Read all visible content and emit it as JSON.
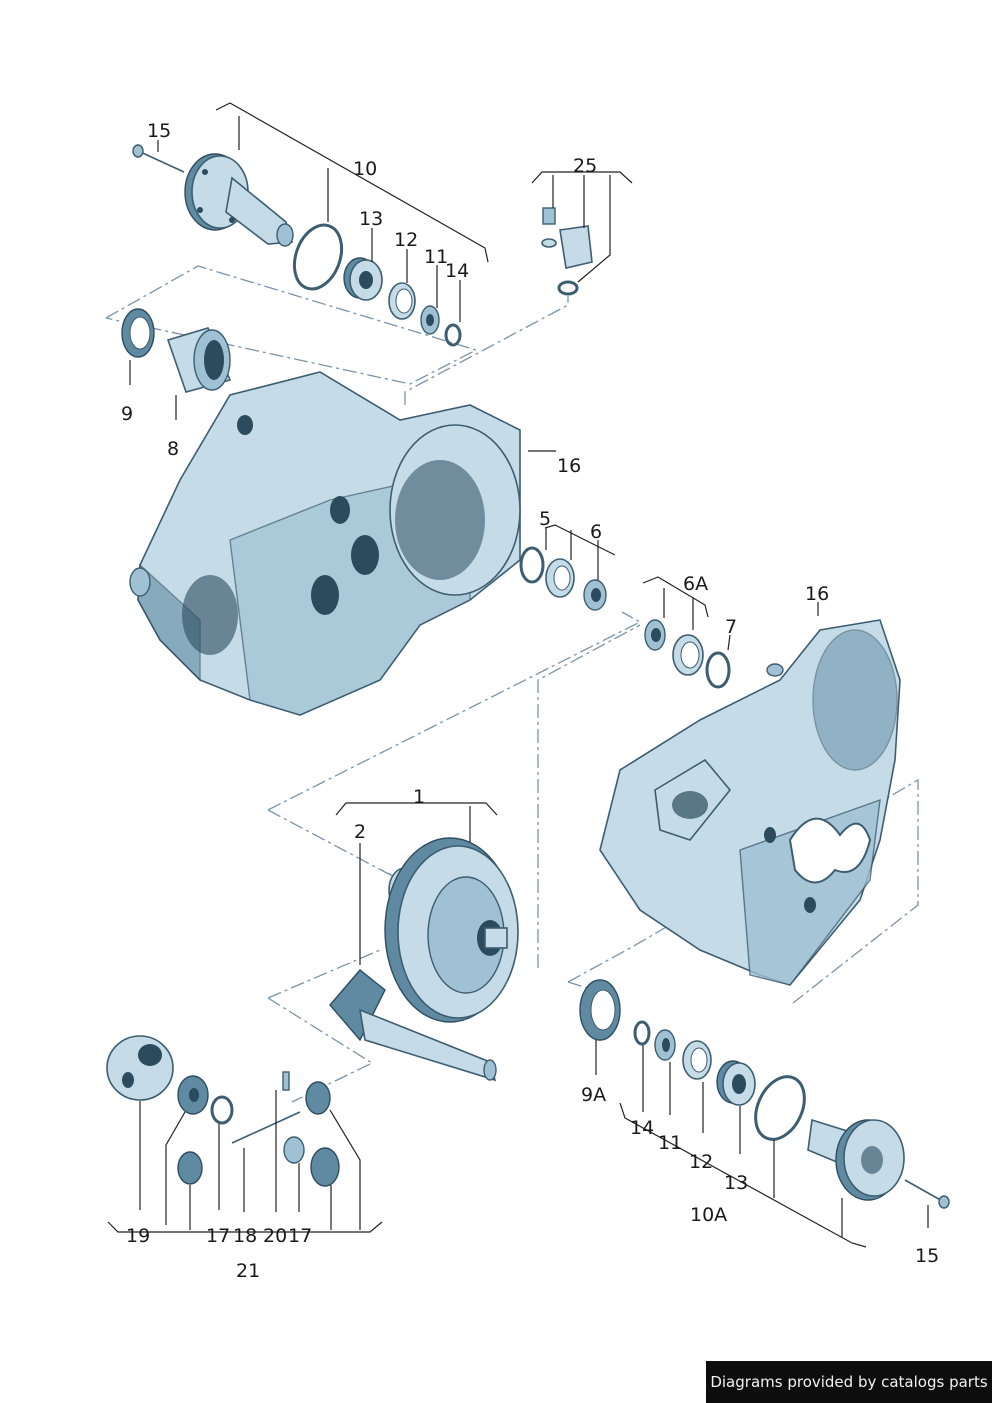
{
  "labels": {
    "l15a": "15",
    "l10": "10",
    "l13a": "13",
    "l12a": "12",
    "l11a": "11",
    "l14a": "14",
    "l25": "25",
    "l9": "9",
    "l8": "8",
    "l16a": "16",
    "l5": "5",
    "l6": "6",
    "l6A": "6A",
    "l7": "7",
    "l16b": "16",
    "l1": "1",
    "l2": "2",
    "l9A": "9A",
    "l14b": "14",
    "l11b": "11",
    "l12b": "12",
    "l13b": "13",
    "l10A": "10A",
    "l15b": "15",
    "l19": "19",
    "l17a": "17",
    "l18": "18",
    "l20": "20",
    "l17b": "17",
    "l21": "21"
  },
  "watermark": "Diagrams provided by catalogs parts",
  "colors": {
    "metal": "#c5dce8",
    "shade": "#5f8aa1",
    "outline": "#3d5d70",
    "dash": "#7a93aa"
  }
}
